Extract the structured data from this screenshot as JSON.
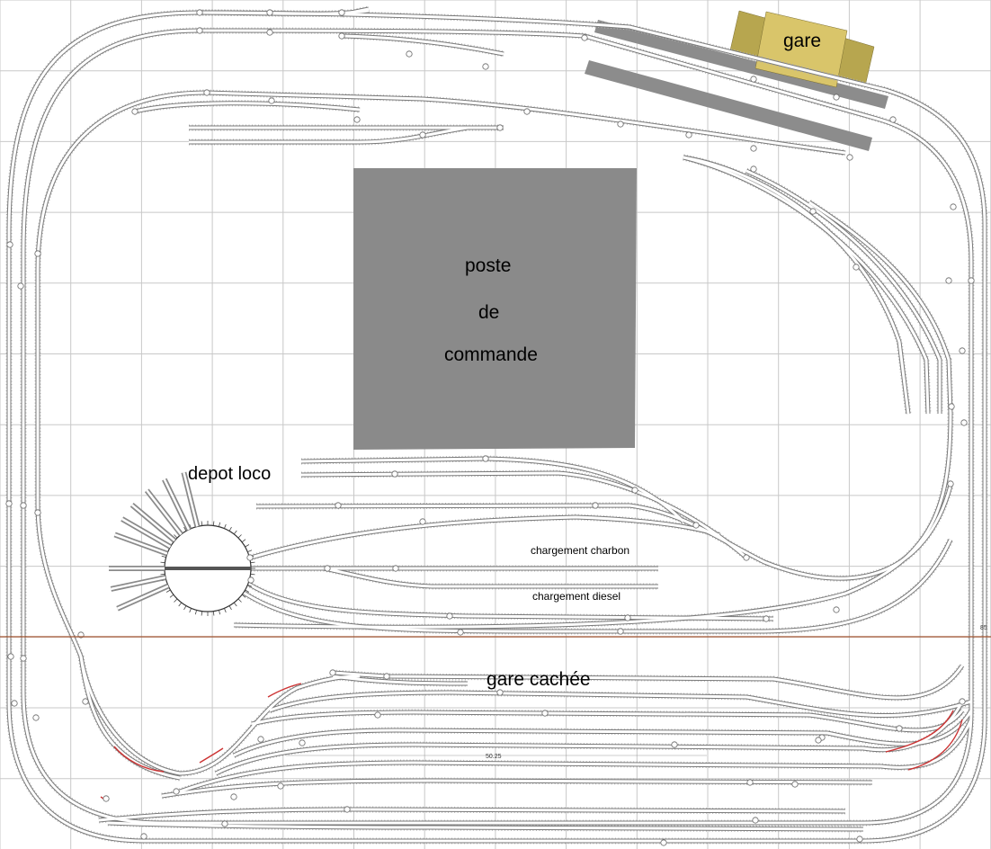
{
  "labels": {
    "gare": "gare",
    "poste_line1": "poste",
    "poste_line2": "de",
    "poste_line3": "commande",
    "depot": "depot loco",
    "charbon": "chargement charbon",
    "diesel": "chargement diesel",
    "gare_cachee": "gare cachée",
    "measure": "50.25",
    "edge_marker": "85"
  },
  "colors": {
    "background": "#ffffff",
    "grid": "#c8c8c8",
    "track_rail": "#777777",
    "track_sleeper": "#b5b5b5",
    "platform": "#8c8c8c",
    "building_main": "#d9c56a",
    "building_side": "#b7a64f",
    "control_room": "#8a8a8a",
    "level_line": "#a0522d",
    "gradient_marker": "#cc3333"
  }
}
